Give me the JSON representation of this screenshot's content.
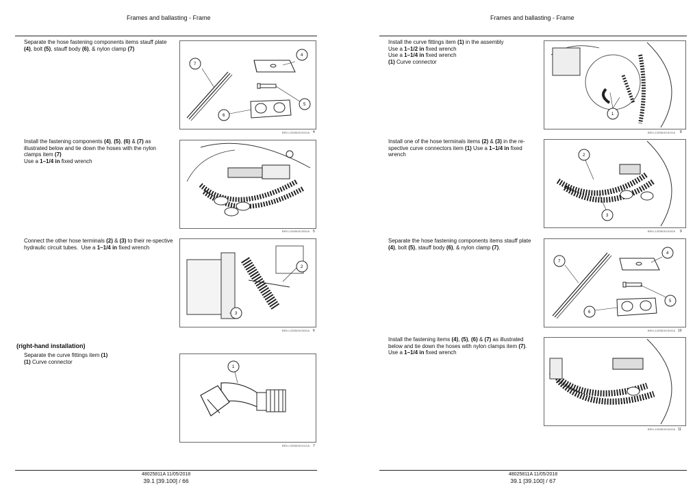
{
  "header": "Frames and ballasting - Frame",
  "left": {
    "steps": [
      {
        "text_html": "Separate the hose fastening components items stauff plate <b>(4)</b>, bolt <b>(5)</b>, stauff body <b>(6)</b>, &amp; nylon clamp <b>(7)</b>",
        "caption": "BRIL12DB00234GA",
        "num": "4"
      },
      {
        "text_html": "Install the fastening components <b>(4)</b>, <b>(5)</b>, <b>(6)</b> &amp; <b>(7)</b> as illustrated below and tie down the hoses with the nylon clamps item <b>(7)</b><br>Use a <b>1–1/4 in</b> fixed wrench",
        "caption": "BRIL12DB00235GA",
        "num": "5"
      },
      {
        "text_html": "Connect the other hose terminals <b>(2)</b> &amp; <b>(3)</b> to their re-spective hydraulic circuit tubes.&nbsp; Use a <b>1–1/4 in</b> fixed wrench",
        "caption": "BRIL12DB00236GA",
        "num": "6"
      }
    ],
    "subheading": "(right-hand installation)",
    "step4": {
      "text_html": "Separate the curve fittings item <b>(1)</b><br><b>(1)</b> Curve connector",
      "caption": "BRIL12DB00241GA",
      "num": "7"
    },
    "footer_doc": "48025811A 11/05/2018",
    "footer_page": "39.1 [39.100] / 66"
  },
  "right": {
    "steps": [
      {
        "text_html": "Install the curve fittings item <b>(1)</b> in the assembly<br>Use a <b>1–1/2 in</b> fixed wrench<br>Use a <b>1–1/4 in</b> fixed wrench<br><b>(1)</b> Curve connector",
        "caption": "BRIL12DB00242GA",
        "num": "8"
      },
      {
        "text_html": "Install one of the hose terminals items <b>(2)</b> &amp; <b>(3)</b> in the re-spective curve connectors item <b>(1)</b> Use a <b>1–1/4 in</b> fixed wrench",
        "caption": "BRIL12DB00243GA",
        "num": "9"
      },
      {
        "text_html": "Separate the hose fastening components items stauff plate <b>(4)</b>, bolt <b>(5)</b>, stauff body <b>(6)</b>, &amp; nylon clamp <b>(7)</b>.",
        "caption": "BRIL12DB00234GA",
        "num": "10"
      },
      {
        "text_html": "Install the fastening items <b>(4)</b>, <b>(5)</b>, <b>(6)</b> &amp; <b>(7)</b> as illustrated below and tie down the hoses with nylon clamps item <b>(7)</b>.<br>Use a <b>1–1/4 in</b> fixed wrench",
        "caption": "BRIL12DB00244GA",
        "num": "11"
      }
    ],
    "footer_doc": "48025811A 11/05/2018",
    "footer_page": "39.1 [39.100] / 67"
  },
  "callouts": {
    "c1": "1",
    "c2": "2",
    "c3": "3",
    "c4": "4",
    "c5": "5",
    "c6": "6",
    "c7": "7"
  }
}
